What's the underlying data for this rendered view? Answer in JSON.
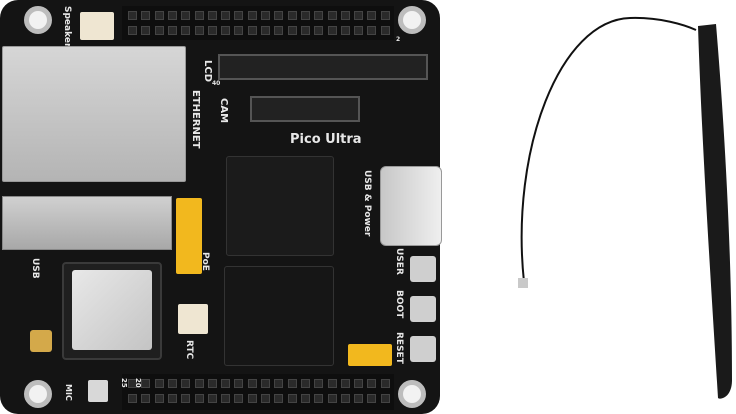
{
  "board": {
    "name_label": "Pico Ultra",
    "labels": {
      "speaker": "Speaker",
      "lcd": "LCD",
      "ethernet": "ETHERNET",
      "cam": "CAM",
      "usb_power": "USB & Power",
      "usb": "USB",
      "poe": "PoE",
      "user": "USER",
      "boot": "BOOT",
      "reset": "RESET",
      "rtc": "RTC",
      "mic": "MIC",
      "pin_25": "25",
      "pin_20": "20",
      "pin_40": "40",
      "pin_2": "2"
    }
  },
  "colors": {
    "pcb": "#141414",
    "silkscreen": "#e8e8e8",
    "jumper_yellow": "#f2b81e",
    "metal": "#c8c8c8",
    "antenna": "#1a1a1a"
  }
}
